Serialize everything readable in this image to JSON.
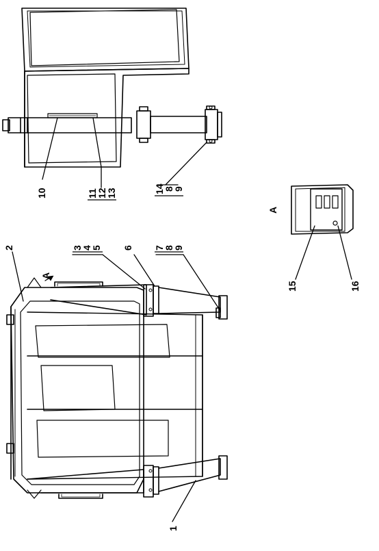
{
  "drawing": {
    "callouts": {
      "c1": "1",
      "c2": "2",
      "c3": "3",
      "c4": "4",
      "c5": "5",
      "c6": "6",
      "c7": "7",
      "c8": "8",
      "c9": "9",
      "c10": "10",
      "c11": "11",
      "c12": "12",
      "c13": "13",
      "c14": "14",
      "c8b": "8",
      "c9b": "9",
      "c15": "15",
      "c16": "16"
    },
    "view_marker": "A",
    "detail_label": "A"
  }
}
